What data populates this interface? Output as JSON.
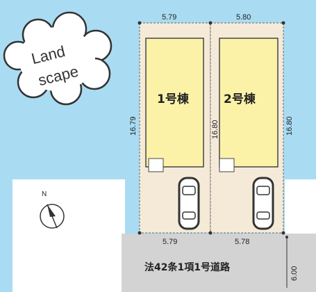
{
  "logo": {
    "line1": "Land",
    "line2": "scape"
  },
  "compass": {
    "label": "N"
  },
  "lots": [
    {
      "name": "1号棟",
      "top_width": "5.79",
      "bottom_width": "5.79",
      "left_depth": "16.79",
      "right_depth": "16.80"
    },
    {
      "name": "2号棟",
      "top_width": "5.80",
      "bottom_width": "5.78",
      "right_depth": "16.80"
    }
  ],
  "road": {
    "name": "法42条1項1号道路",
    "width": "6.00"
  },
  "colors": {
    "sky": "#a9dcf2",
    "lot": "#f5ead8",
    "building": "#fbf2a8",
    "road": "#d3d3d3",
    "white": "#ffffff"
  }
}
